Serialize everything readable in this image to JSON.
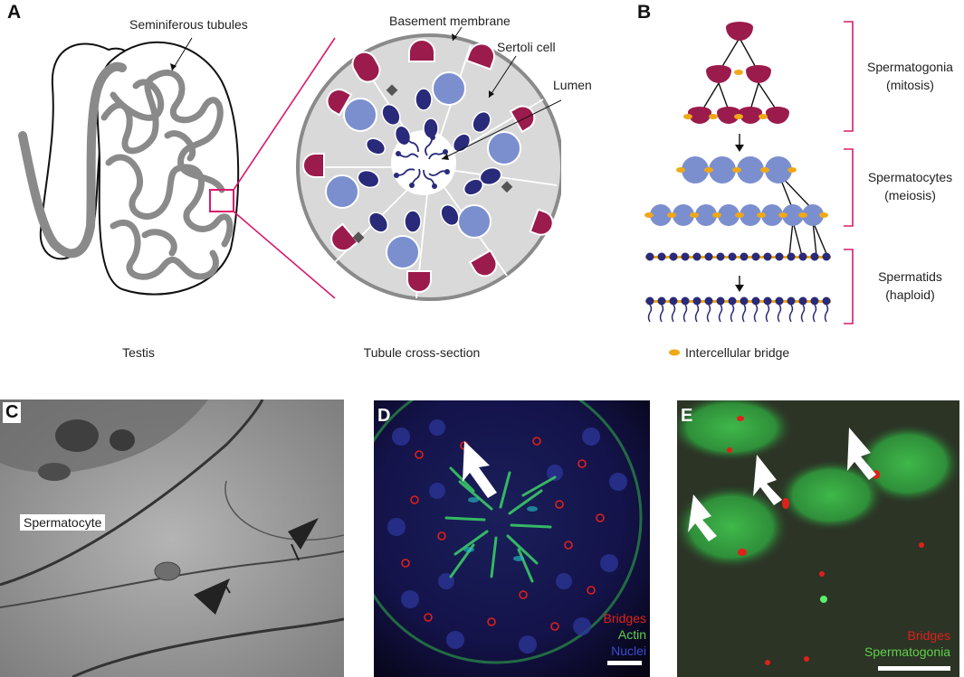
{
  "panel_letters": {
    "a": "A",
    "b": "B",
    "c": "C",
    "d": "D",
    "e": "E"
  },
  "panel_a": {
    "callout_seminiferous": "Seminiferous tubules",
    "callout_basement": "Basement membrane",
    "callout_sertoli": "Sertoli cell",
    "callout_lumen": "Lumen",
    "caption_testis": "Testis",
    "caption_cross_section": "Tubule cross-section"
  },
  "panel_b": {
    "stage1": "Spermatogonia",
    "stage1_sub": "(mitosis)",
    "stage2": "Spermatocytes",
    "stage2_sub": "(meiosis)",
    "stage3": "Spermatids",
    "stage3_sub": "(haploid)",
    "legend": "Intercellular bridge"
  },
  "panel_c": {
    "label": "Spermatocyte"
  },
  "panel_d": {
    "legend": [
      "Bridges",
      "Actin",
      "Nuclei"
    ]
  },
  "panel_e": {
    "legend": [
      "Bridges",
      "Spermatogonia"
    ]
  },
  "colors": {
    "spermatogonia": "#9b1b4c",
    "spermatocyte": "#7b8fcf",
    "spermatid": "#2a2a7a",
    "bridge": "#f0a818",
    "tubule": "#8a8a8a",
    "magenta_line": "#d81b6a",
    "red_label": "#e0201a",
    "green_label": "#5fd04a",
    "blue_label": "#3c4cd0"
  }
}
